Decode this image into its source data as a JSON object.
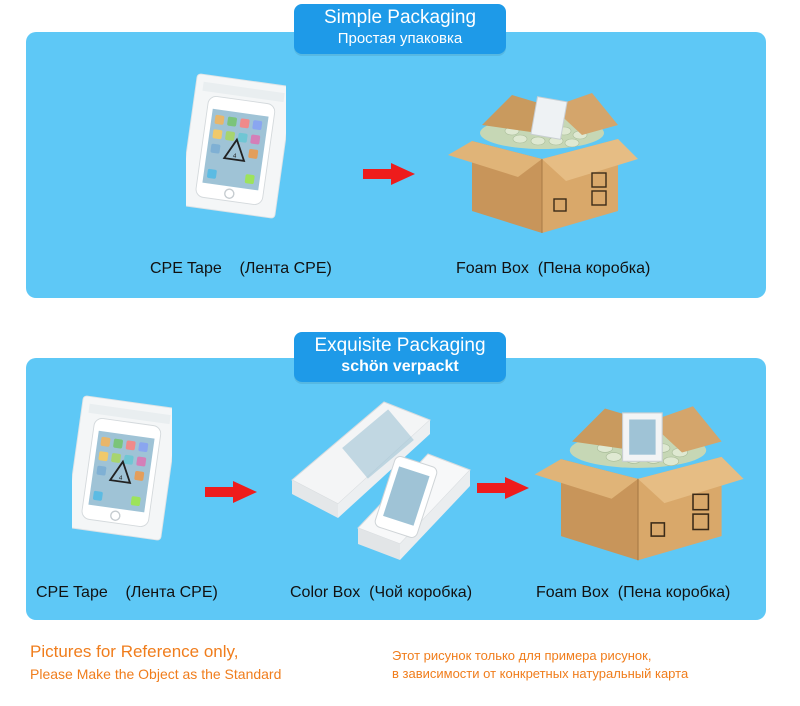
{
  "simple": {
    "title_en": "Simple Packaging",
    "title_ru": "Простая упаковка",
    "cpe_caption": "CPE Tape    (Лента CPE)",
    "foam_caption": "Foam Box  (Пена коробка)"
  },
  "exquisite": {
    "title_en": "Exquisite Packaging",
    "title_de": "schön verpackt",
    "cpe_caption": "CPE Tape    (Лента CPE)",
    "color_caption": "Color Box  (Чой коробка)",
    "foam_caption": "Foam Box  (Пена коробка)"
  },
  "notes": {
    "en_line1": "Pictures for Reference only,",
    "en_line2": "Please Make the Object as the Standard",
    "ru_line1": "Этот рисунок только для примера рисунок,",
    "ru_line2": "в зависимости от конкретных натуральный карта"
  },
  "colors": {
    "panel": "#5ec8f6",
    "badge": "#1e9ae8",
    "arrow": "#ee1c1c",
    "note": "#f07d1c"
  },
  "icons": [
    "phone-in-bag-icon",
    "arrow-right-icon",
    "foam-box-icon",
    "color-box-icon"
  ]
}
